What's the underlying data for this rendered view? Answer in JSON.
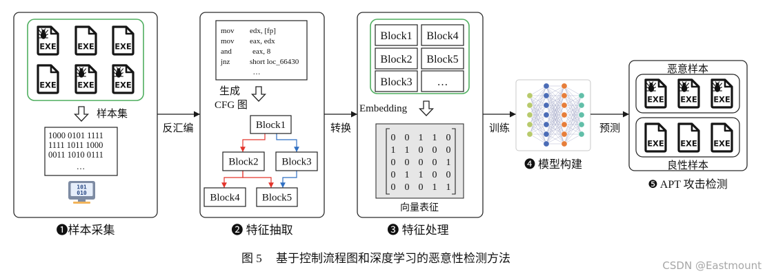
{
  "figure": {
    "label": "图 5",
    "title": "基于控制流程图和深度学习的恶意性检测方法"
  },
  "watermark": "CSDN @Eastmount",
  "colors": {
    "group_outline": "#4fae5f",
    "edge_red": "#e3342b",
    "edge_blue": "#2f6fc2",
    "matrix_fill": "#e6e6e6"
  },
  "icons": {
    "exe_label": "EXE"
  },
  "edges": {
    "disassemble": "反汇编",
    "convert": "转换",
    "train": "训练",
    "predict": "预测"
  },
  "stage1": {
    "label": "❶样本采集",
    "samples": [
      "malicious-exe-icon",
      "exe-icon",
      "exe-icon",
      "exe-icon",
      "malicious-exe-icon",
      "malicious-exe-icon"
    ],
    "arrow_label": "样本集",
    "binary_lines": [
      "1000 0101 1111",
      "1111 1011 1000",
      "0011 1010 0111",
      "…"
    ],
    "binary_icon_lines": [
      "101",
      "010"
    ]
  },
  "stage2": {
    "label": "❷ 特征抽取",
    "asm": [
      {
        "op": "mov",
        "args": "edx,  [fp]"
      },
      {
        "op": "mov",
        "args": "eax,  edx"
      },
      {
        "op": "and",
        "args": "eax, 8"
      },
      {
        "op": "jnz",
        "args": "short loc_66430"
      }
    ],
    "asm_more": "…",
    "gen_label": "生成",
    "cfg_label": "CFG 图",
    "blocks": [
      "Block1",
      "Block2",
      "Block3",
      "Block4",
      "Block5"
    ]
  },
  "stage3": {
    "label": "❸ 特征处理",
    "blocks": [
      "Block1",
      "Block4",
      "Block2",
      "Block5",
      "Block3",
      "…"
    ],
    "embedding_label": "Embedding",
    "matrix": [
      [
        0,
        0,
        1,
        1,
        0
      ],
      [
        1,
        1,
        0,
        0,
        0
      ],
      [
        0,
        0,
        0,
        0,
        1
      ],
      [
        0,
        1,
        1,
        0,
        0
      ],
      [
        0,
        0,
        0,
        1,
        1
      ]
    ],
    "vector_label": "向量表征"
  },
  "stage4": {
    "label": "❹ 模型构建",
    "network": {
      "layer_sizes": [
        5,
        7,
        7,
        5
      ],
      "layer_colors": [
        "#b8ca6c",
        "#4b6cb6",
        "#e67e3b",
        "#62bfa9"
      ]
    }
  },
  "stage5": {
    "label": "❺ APT 攻击检测",
    "malicious_label": "恶意样本",
    "benign_label": "良性样本",
    "malicious_samples": [
      "malicious-exe-icon",
      "malicious-exe-icon",
      "malicious-exe-icon"
    ],
    "benign_samples": [
      "exe-icon",
      "exe-icon",
      "exe-icon"
    ]
  }
}
